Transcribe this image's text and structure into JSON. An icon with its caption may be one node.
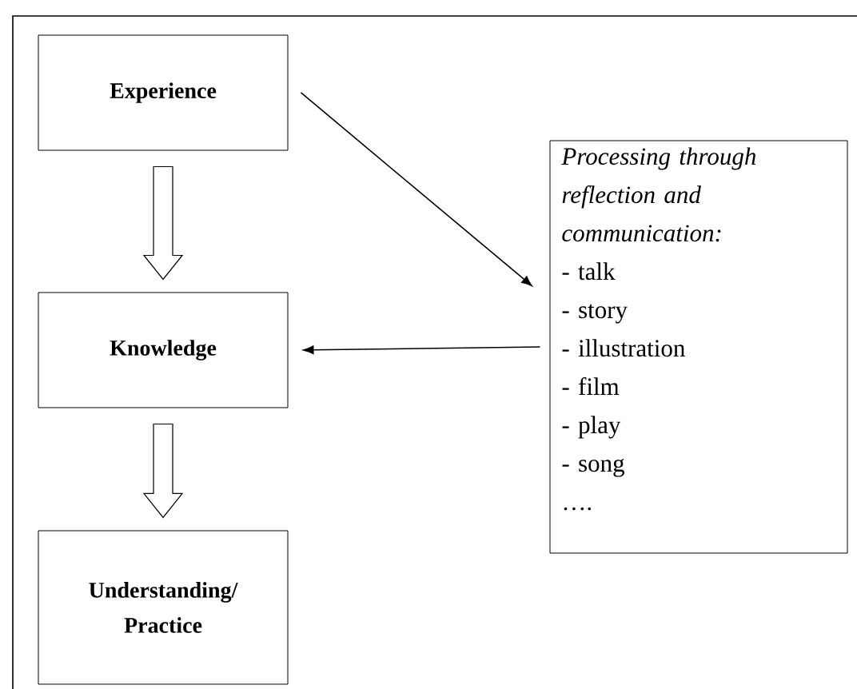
{
  "diagram": {
    "nodes": [
      {
        "text": [
          "Experience"
        ]
      },
      {
        "text": [
          "Knowledge"
        ]
      },
      {
        "text": [
          "Understanding/ Practice"
        ]
      },
      {
        "text": [
          "Processing through reflection and communication:",
          "- talk",
          "- story",
          "- illustration",
          "- film",
          "- play",
          "- song",
          "…."
        ]
      }
    ],
    "edges": [
      {
        "from": 0,
        "to": 1,
        "arrow": "to",
        "style": "thick"
      },
      {
        "from": 1,
        "to": 2,
        "arrow": "to",
        "style": "thick"
      },
      {
        "from": 0,
        "to": 3,
        "arrow": "to"
      },
      {
        "from": 3,
        "to": 1,
        "arrow": "to"
      }
    ]
  }
}
